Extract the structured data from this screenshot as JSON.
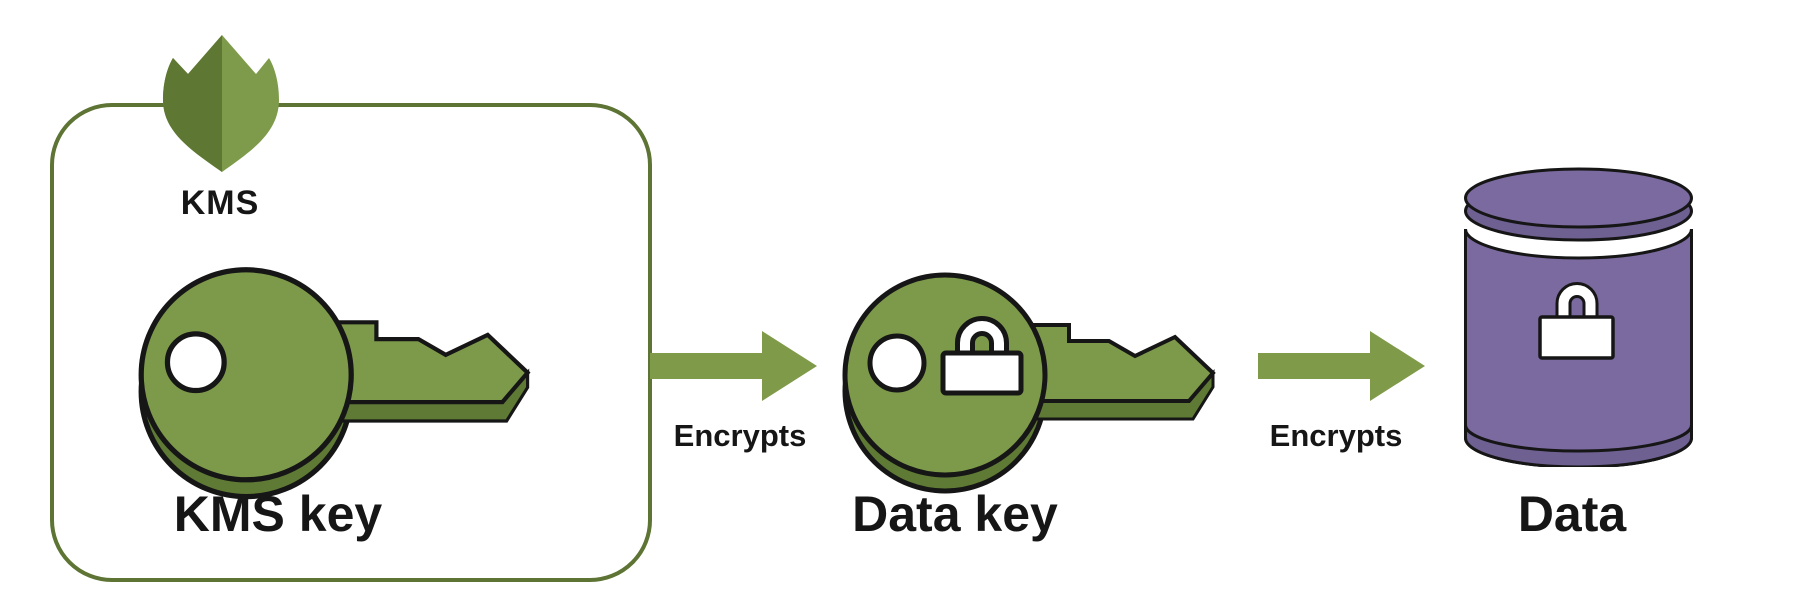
{
  "colors": {
    "white": "#ffffff",
    "outline": "#161616",
    "text": "#161616",
    "box_border": "#5d7434",
    "shield_dark": "#5e7833",
    "shield_light": "#7e9b4b",
    "key_green": "#7d9a4b",
    "key_shadow": "#5e7a35",
    "arrow_green": "#7f9b4a",
    "db_purple": "#7b6a9f",
    "db_purple_dark": "#6f6092"
  },
  "diagram": {
    "kms_container": {
      "service_label": "KMS"
    },
    "nodes": [
      {
        "id": "kms-key",
        "label": "KMS key",
        "icon": "key-icon"
      },
      {
        "id": "data-key",
        "label": "Data key",
        "icon": "key-lock-icon"
      },
      {
        "id": "data",
        "label": "Data",
        "icon": "database-lock-icon"
      }
    ],
    "edges": [
      {
        "from": "kms-key",
        "to": "data-key",
        "label": "Encrypts"
      },
      {
        "from": "data-key",
        "to": "data",
        "label": "Encrypts"
      }
    ]
  }
}
